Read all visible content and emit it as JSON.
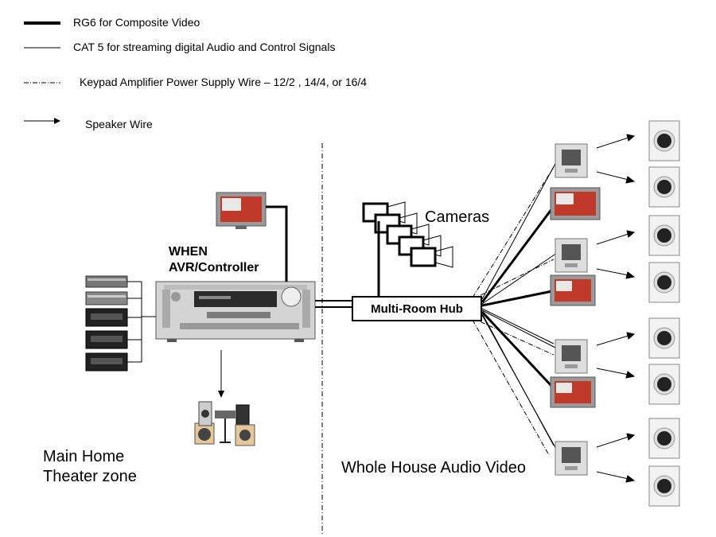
{
  "legend": {
    "rg6": "RG6 for Composite Video",
    "cat5": "CAT 5 for streaming digital Audio and Control Signals",
    "power": "Keypad Amplifier Power Supply Wire – 12/2 , 14/4, or 16/4",
    "speaker": "Speaker Wire"
  },
  "labels": {
    "controller": "WHEN\nAVR/Controller",
    "cameras": "Cameras",
    "hub": "Multi-Room Hub",
    "main_zone": "Main Home\nTheater zone",
    "whole_house": "Whole House Audio Video"
  },
  "colors": {
    "line": "#000000",
    "device_silver": "#c8c8c8",
    "tv_screen_red": "#c0392b"
  }
}
